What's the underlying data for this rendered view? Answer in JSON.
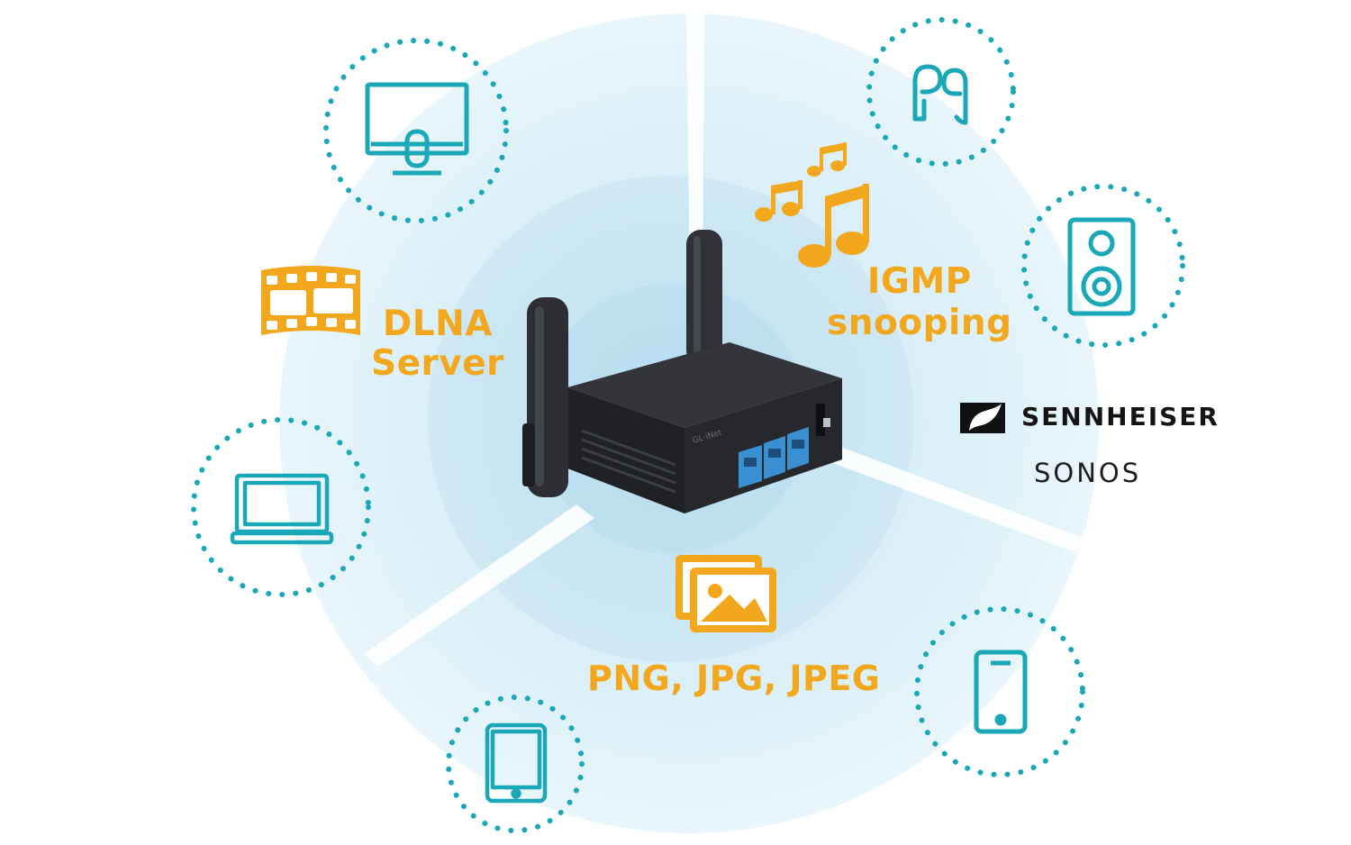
{
  "colors": {
    "accent": "#f2a71c",
    "teal": "#1aa8b8",
    "halo": "#d5ecf6",
    "halo_inner": "#c2e3f1",
    "router_body": "#2b2d33",
    "router_ports": "#3a8fd0"
  },
  "features": {
    "dlna": {
      "line1": "DLNA",
      "line2": "Server",
      "icon": "film-strip-icon"
    },
    "igmp": {
      "line1": "IGMP",
      "line2": "snooping",
      "icon": "music-notes-icon"
    },
    "formats": {
      "text": "PNG, JPG, JPEG",
      "icon": "images-icon"
    }
  },
  "brands": {
    "sennheiser": "SENNHEISER",
    "sonos": "SONOS"
  },
  "devices": [
    {
      "name": "monitor",
      "icon": "monitor-icon"
    },
    {
      "name": "laptop",
      "icon": "laptop-icon"
    },
    {
      "name": "tablet",
      "icon": "tablet-icon"
    },
    {
      "name": "earphones",
      "icon": "earphones-icon"
    },
    {
      "name": "speaker",
      "icon": "speaker-icon"
    },
    {
      "name": "smartphone",
      "icon": "smartphone-icon"
    }
  ],
  "router": {
    "brand": "GL·iNet"
  }
}
